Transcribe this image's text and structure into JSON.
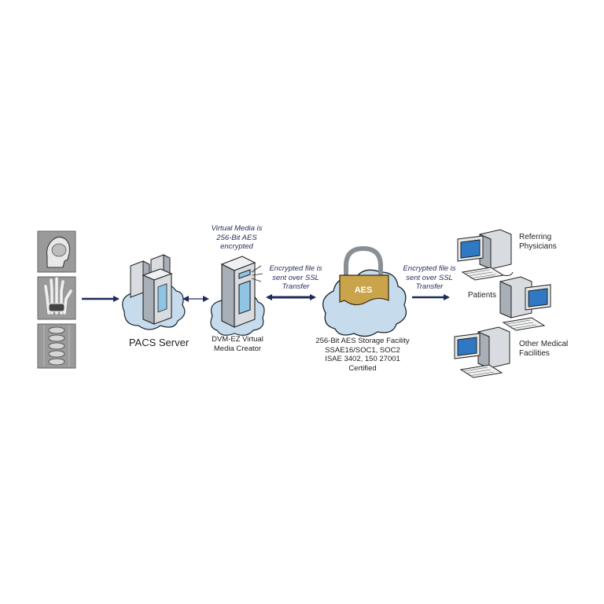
{
  "diagram": {
    "scan_tiles": [
      "head-scan",
      "hand-xray",
      "spine-xray"
    ],
    "pacs_label": "PACS Server",
    "dvm_top_note": [
      "Virtual Media is",
      "256-Bit AES",
      "encrypted"
    ],
    "dvm_label": [
      "DVM-EZ Virtual",
      "Media Creator"
    ],
    "ssl_note_left": [
      "Encrypted file is",
      "sent over SSL",
      "Transfer"
    ],
    "lock_text": "AES",
    "storage_label": [
      "256-Bit AES Storage Facility",
      "SSAE16/SOC1, SOC2",
      "ISAE 3402, 150 27001",
      "Certified"
    ],
    "ssl_note_right": [
      "Encrypted file is",
      "sent over SSL",
      "Transfer"
    ],
    "recipients": [
      {
        "lines": [
          "Referring",
          "Physicians"
        ]
      },
      {
        "lines": [
          "Patients"
        ]
      },
      {
        "lines": [
          "Other Medical",
          "Facilities"
        ]
      }
    ],
    "colors": {
      "arrow": "#1f2a5c",
      "cloud": "#c6dcec",
      "cloud_stroke": "#1a2430",
      "server": "#d8dce0",
      "screen": "#8fc4e4",
      "monitor_screen": "#2f78c4",
      "lock_body": "#c9a44a",
      "tile_bg": "#9a9a9a"
    }
  }
}
